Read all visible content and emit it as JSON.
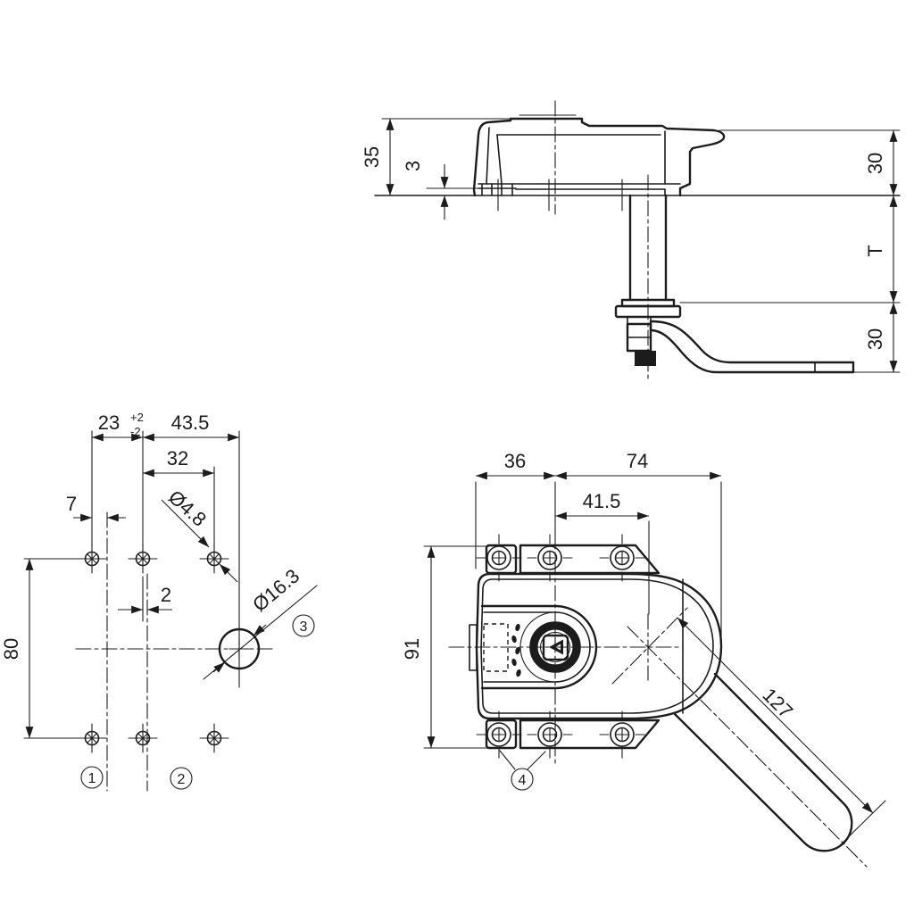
{
  "drawing": {
    "type": "engineering-drawing",
    "subject": "cam lock with L-handle, three orthographic views",
    "colors": {
      "background": "#ffffff",
      "ink": "#1c1c1c"
    },
    "side_view": {
      "dim_housing_height": "35",
      "dim_plate_gap": "3",
      "dim_grip_top": "30",
      "dim_door_thickness": "T",
      "dim_grip_bottom": "30"
    },
    "hole_pattern": {
      "dim_pitch_23": "23",
      "tol_plus": "+2",
      "tol_minus": "-2",
      "dim_to_cylinder": "43.5",
      "dim_pitch_32": "32",
      "dim_offset_7": "7",
      "dim_offset_2": "2",
      "dim_height_80": "80",
      "dia_screw_hole": "Ø4.8",
      "dia_cylinder_hole": "Ø16.3",
      "callout_1": "1",
      "callout_2": "2",
      "callout_3": "3"
    },
    "front_view": {
      "dim_36": "36",
      "dim_74": "74",
      "dim_41_5": "41.5",
      "dim_91": "91",
      "dim_handle_127": "127",
      "callout_4": "4"
    }
  }
}
